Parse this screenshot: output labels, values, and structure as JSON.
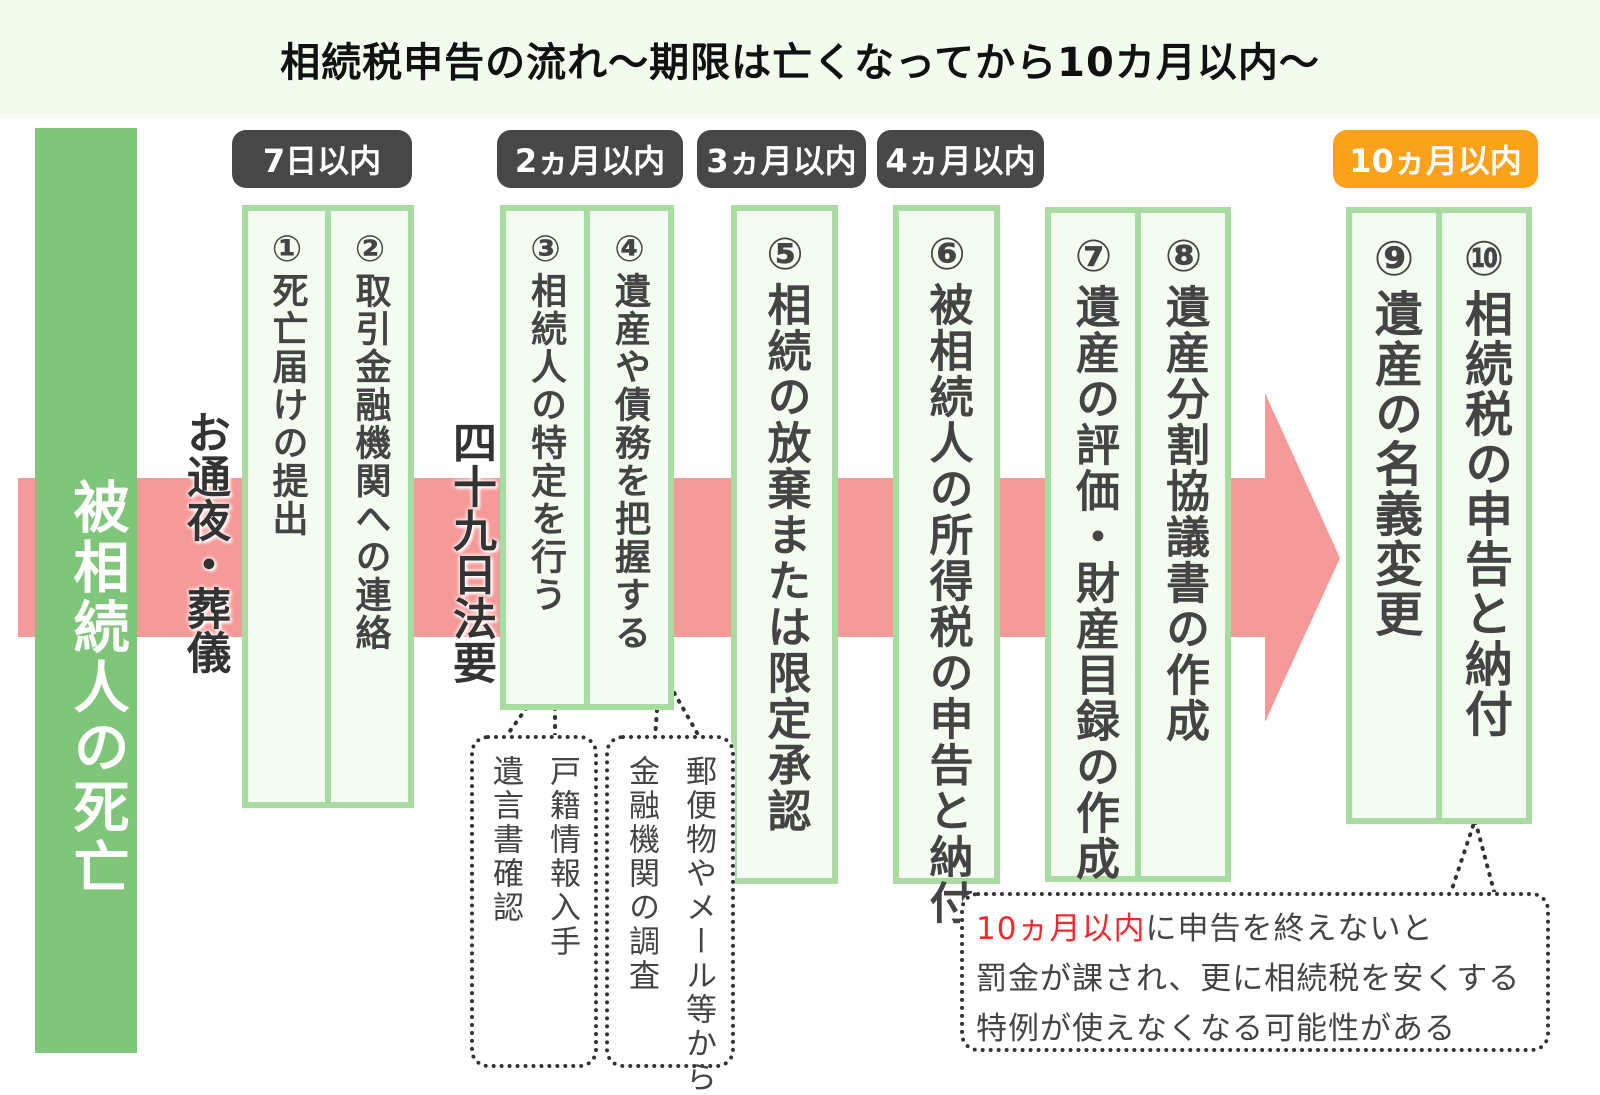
{
  "title": "相続税申告の流れ～期限は亡くなってから10カ月以内～",
  "death": "被相続人の死亡",
  "events": {
    "wake": "お通夜・葬儀",
    "memorial": "四十九日法要"
  },
  "deadlines": [
    "7日以内",
    "2ヵ月以内",
    "3ヵ月以内",
    "4ヵ月以内",
    "10ヵ月以内"
  ],
  "steps": [
    "①死亡届けの提出",
    "②取引金融機関への連絡",
    "③相続人の特定を行う",
    "④遺産や債務を把握する",
    "⑤相続の放棄または限定承認",
    "⑥被相続人の所得税の申告と納付",
    "⑦遺産の評価・財産目録の作成",
    "⑧遺産分割協議書の作成",
    "⑨遺産の名義変更",
    "⑩相続税の申告と納付"
  ],
  "notes": {
    "heir": [
      "遺言書確認",
      "戸籍情報入手"
    ],
    "assets": [
      "金融機関の調査",
      "郵便物やメール等から"
    ],
    "warning": {
      "highlight": "10ヵ月以内",
      "line1": "に申告を終えないと",
      "line2": "罰金が課され、更に相続税を安くする",
      "line3": "特例が使えなくなる可能性がある"
    }
  },
  "colors": {
    "green": "#80c67a",
    "arrow": "#f59a98",
    "badge": "#474747",
    "badge_final": "#fba21a",
    "highlight": "#ee2b2b"
  }
}
